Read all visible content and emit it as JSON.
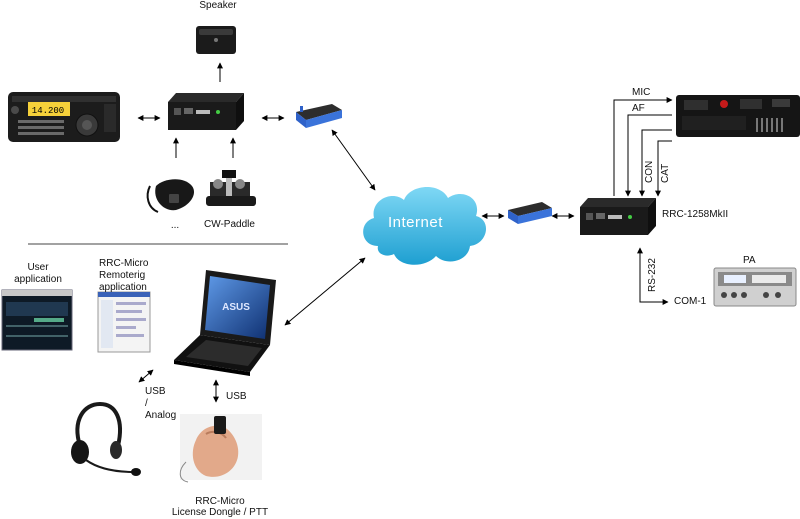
{
  "labels": {
    "speaker": "Speaker",
    "cw_paddle": "CW-Paddle",
    "mic_cut": "...",
    "internet": "Internet",
    "mic": "MIC",
    "af": "AF",
    "con": "CON",
    "cat": "CAT",
    "rrc_1258": "RRC-1258MkII",
    "pa": "PA",
    "rs232": "RS-232",
    "com1": "COM-1",
    "user_app_1": "User",
    "user_app_2": "application",
    "rrc_micro_app_1": "RRC-Micro",
    "rrc_micro_app_2": "Remoterig",
    "rrc_micro_app_3": "application",
    "usb_analog_1": "USB",
    "usb_analog_2": "/",
    "usb_analog_3": "Analog",
    "usb": "USB",
    "dongle_1": "RRC-Micro",
    "dongle_2": "License Dongle / PTT",
    "asus_logo": "ASUS"
  },
  "colors": {
    "cloud": "#35b9e6",
    "router_blue": "#2f62c9",
    "device_dark": "#1a1a1a",
    "lcd_yellow": "#f6d13a",
    "screen_blue": "#1f4fa5"
  },
  "icons": [
    "speaker-icon",
    "transceiver-icon",
    "rrc-box-icon",
    "router-icon",
    "microphone-icon",
    "cw-paddle-icon",
    "cloud-icon",
    "radio-icon",
    "amplifier-icon",
    "laptop-icon",
    "headset-icon",
    "dongle-hand-icon",
    "screenshot-icon"
  ]
}
